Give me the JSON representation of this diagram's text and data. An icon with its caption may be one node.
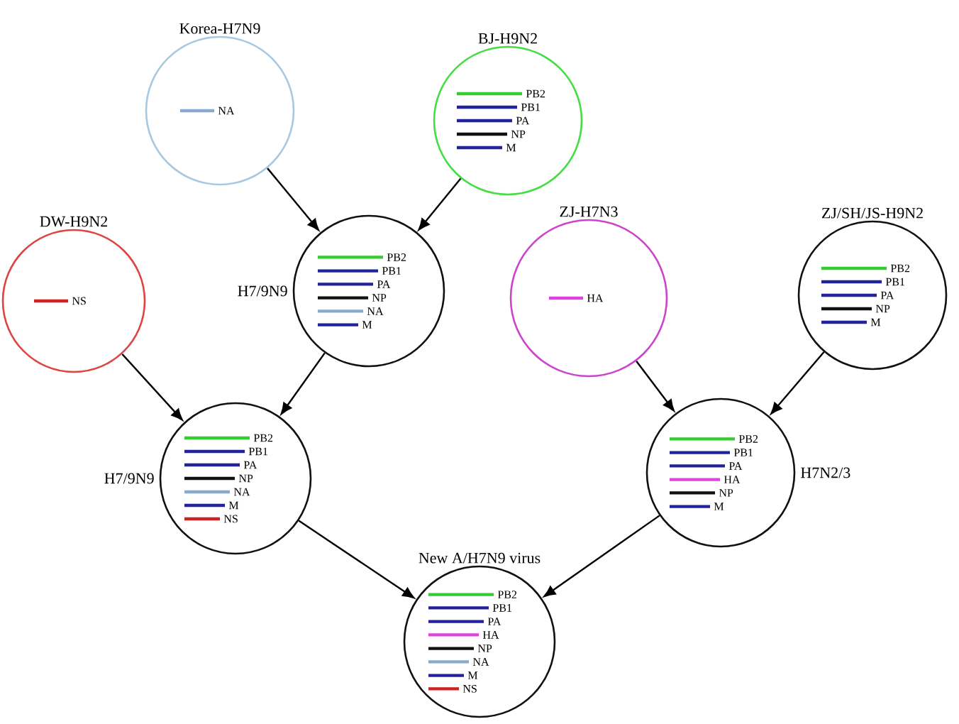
{
  "diagram": {
    "nodes": [
      {
        "text": [
          "Korea-H7N9",
          "NA"
        ]
      },
      {
        "text": [
          "BJ-H9N2",
          "PB2",
          "PB1",
          "PA",
          "NP",
          "M"
        ]
      },
      {
        "text": [
          "DW-H9N2",
          "NS"
        ]
      },
      {
        "text": [
          "H7/9N9",
          "PB2",
          "PB1",
          "PA",
          "NP",
          "NA",
          "M"
        ]
      },
      {
        "text": [
          "ZJ-H7N3",
          "HA"
        ]
      },
      {
        "text": [
          "ZJ/SH/JS-H9N2",
          "PB2",
          "PB1",
          "PA",
          "NP",
          "M"
        ]
      },
      {
        "text": [
          "H7/9N9",
          "PB2",
          "PB1",
          "PA",
          "NP",
          "NA",
          "M",
          "NS"
        ]
      },
      {
        "text": [
          "H7N2/3",
          "PB2",
          "PB1",
          "PA",
          "HA",
          "NP",
          "M"
        ]
      },
      {
        "text": [
          "New A/H7N9 virus",
          "PB2",
          "PB1",
          "PA",
          "HA",
          "NP",
          "NA",
          "M",
          "NS"
        ]
      }
    ],
    "edges": [
      {
        "from": 0,
        "to": 3,
        "arrow": "to"
      },
      {
        "from": 1,
        "to": 3,
        "arrow": "to"
      },
      {
        "from": 2,
        "to": 6,
        "arrow": "to"
      },
      {
        "from": 3,
        "to": 6,
        "arrow": "to"
      },
      {
        "from": 4,
        "to": 7,
        "arrow": "to"
      },
      {
        "from": 5,
        "to": 7,
        "arrow": "to"
      },
      {
        "from": 6,
        "to": 8,
        "arrow": "to"
      },
      {
        "from": 7,
        "to": 8,
        "arrow": "to"
      }
    ]
  }
}
